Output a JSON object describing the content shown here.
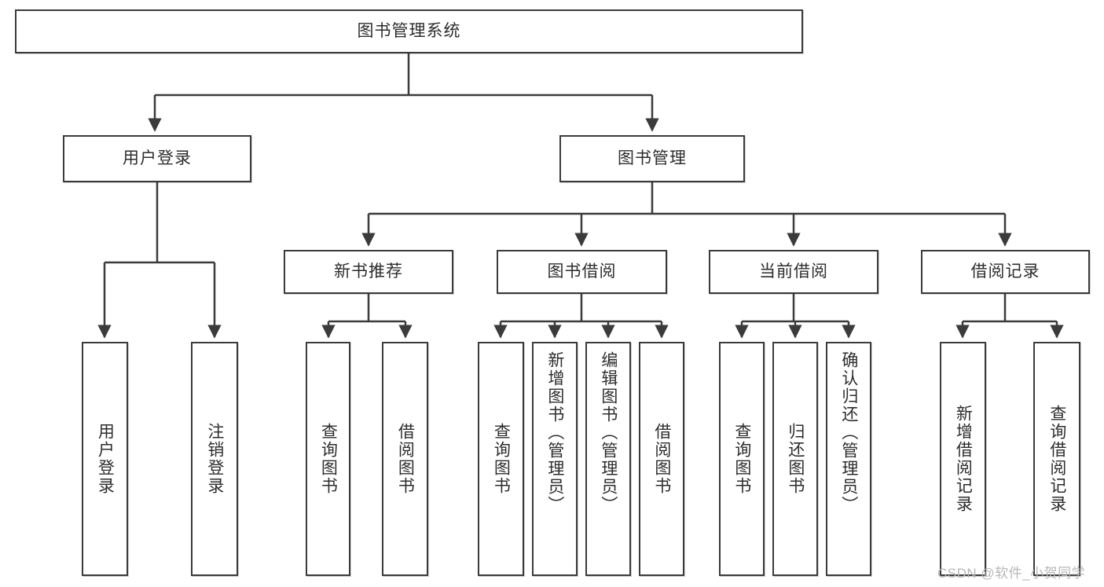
{
  "diagram": {
    "type": "hierarchy-tree",
    "title_node": "图书管理系统",
    "watermark": "CSDN @软件_小贺同学",
    "colors": {
      "background": "#ffffff",
      "box_border": "#3b3b3b",
      "box_fill": "#ffffff",
      "text": "#2d2d2d",
      "connector": "#3b3b3b",
      "watermark": "#b7b7b7"
    },
    "nodes": {
      "root": {
        "label": "图书管理系统"
      },
      "level2": [
        {
          "id": "user-login",
          "label": "用户登录"
        },
        {
          "id": "book-management",
          "label": "图书管理"
        }
      ],
      "level3": [
        {
          "id": "new-book-recommend",
          "label": "新书推荐"
        },
        {
          "id": "book-borrow",
          "label": "图书借阅"
        },
        {
          "id": "current-borrow",
          "label": "当前借阅"
        },
        {
          "id": "borrow-record",
          "label": "借阅记录"
        }
      ],
      "leaves": [
        {
          "id": "leaf-user-login",
          "label": "用户登录",
          "parent": "user-login"
        },
        {
          "id": "leaf-logout",
          "label": "注销登录",
          "parent": "user-login"
        },
        {
          "id": "leaf-query-book-1",
          "label": "查询图书",
          "parent": "new-book-recommend"
        },
        {
          "id": "leaf-borrow-book-1",
          "label": "借阅图书",
          "parent": "new-book-recommend"
        },
        {
          "id": "leaf-query-book-2",
          "label": "查询图书",
          "parent": "book-borrow"
        },
        {
          "id": "leaf-add-book",
          "label": "新增图书（管理员）",
          "parent": "book-borrow"
        },
        {
          "id": "leaf-edit-book",
          "label": "编辑图书（管理员）",
          "parent": "book-borrow"
        },
        {
          "id": "leaf-borrow-book-2",
          "label": "借阅图书",
          "parent": "book-borrow"
        },
        {
          "id": "leaf-query-book-3",
          "label": "查询图书",
          "parent": "current-borrow"
        },
        {
          "id": "leaf-return-book",
          "label": "归还图书",
          "parent": "current-borrow"
        },
        {
          "id": "leaf-confirm-return",
          "label": "确认归还（管理员）",
          "parent": "current-borrow"
        },
        {
          "id": "leaf-add-record",
          "label": "新增借阅记录",
          "parent": "borrow-record"
        },
        {
          "id": "leaf-query-record",
          "label": "查询借阅记录",
          "parent": "borrow-record"
        }
      ]
    }
  }
}
